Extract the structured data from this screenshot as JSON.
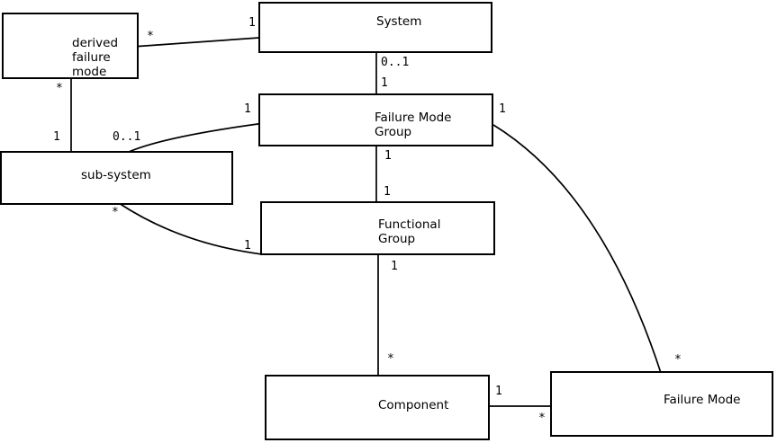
{
  "diagram": {
    "colors": {
      "background": "#ffffff",
      "line": "#000000",
      "text": "#000000",
      "box_fill": "#ffffff"
    },
    "boxes": {
      "derived_failure_mode": {
        "lines": [
          "derived",
          "failure",
          "mode"
        ]
      },
      "system": {
        "lines": [
          "System"
        ]
      },
      "failure_mode_group": {
        "lines": [
          "Failure Mode",
          "Group"
        ]
      },
      "sub_system": {
        "lines": [
          "sub-system"
        ]
      },
      "functional_group": {
        "lines": [
          "Functional",
          "Group"
        ]
      },
      "component": {
        "lines": [
          "Component"
        ]
      },
      "failure_mode": {
        "lines": [
          "Failure Mode"
        ]
      }
    },
    "multiplicities": {
      "dfm_system_src": "*",
      "dfm_system_dst": "1",
      "dfm_subsystem_src": "*",
      "dfm_subsystem_dst": "1",
      "subsystem_fmg_src": "0..1",
      "subsystem_fmg_dst": "1",
      "system_fmg_src": "0..1",
      "system_fmg_dst": "1",
      "fmg_fg_src": "1",
      "fmg_fg_dst": "1",
      "fg_component_src": "1",
      "fg_component_dst": "*",
      "subsystem_fg_src": "*",
      "subsystem_fg_dst": "1",
      "component_fm_src": "1",
      "component_fm_dst": "*",
      "fmg_fm_src": "1",
      "fmg_fm_dst": "*"
    }
  }
}
